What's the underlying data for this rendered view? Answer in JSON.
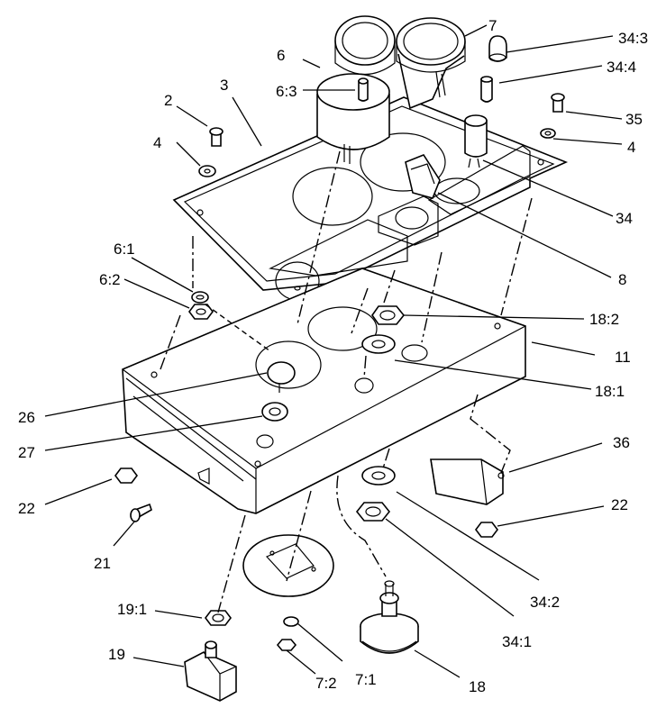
{
  "callouts": [
    {
      "id": "c-34-3",
      "text": "34:3"
    },
    {
      "id": "c-7",
      "text": "7"
    },
    {
      "id": "c-6",
      "text": "6"
    },
    {
      "id": "c-34-4",
      "text": "34:4"
    },
    {
      "id": "c-3",
      "text": "3"
    },
    {
      "id": "c-2",
      "text": "2"
    },
    {
      "id": "c-6-3",
      "text": "6:3"
    },
    {
      "id": "c-35",
      "text": "35"
    },
    {
      "id": "c-4a",
      "text": "4"
    },
    {
      "id": "c-4b",
      "text": "4"
    },
    {
      "id": "c-34",
      "text": "34"
    },
    {
      "id": "c-6-1",
      "text": "6:1"
    },
    {
      "id": "c-6-2",
      "text": "6:2"
    },
    {
      "id": "c-8",
      "text": "8"
    },
    {
      "id": "c-18-2",
      "text": "18:2"
    },
    {
      "id": "c-11",
      "text": "11"
    },
    {
      "id": "c-18-1",
      "text": "18:1"
    },
    {
      "id": "c-26",
      "text": "26"
    },
    {
      "id": "c-27",
      "text": "27"
    },
    {
      "id": "c-36",
      "text": "36"
    },
    {
      "id": "c-22a",
      "text": "22"
    },
    {
      "id": "c-22b",
      "text": "22"
    },
    {
      "id": "c-21",
      "text": "21"
    },
    {
      "id": "c-34-2",
      "text": "34:2"
    },
    {
      "id": "c-19-1",
      "text": "19:1"
    },
    {
      "id": "c-34-1",
      "text": "34:1"
    },
    {
      "id": "c-19",
      "text": "19"
    },
    {
      "id": "c-7-2",
      "text": "7:2"
    },
    {
      "id": "c-7-1",
      "text": "7:1"
    },
    {
      "id": "c-18",
      "text": "18"
    }
  ]
}
